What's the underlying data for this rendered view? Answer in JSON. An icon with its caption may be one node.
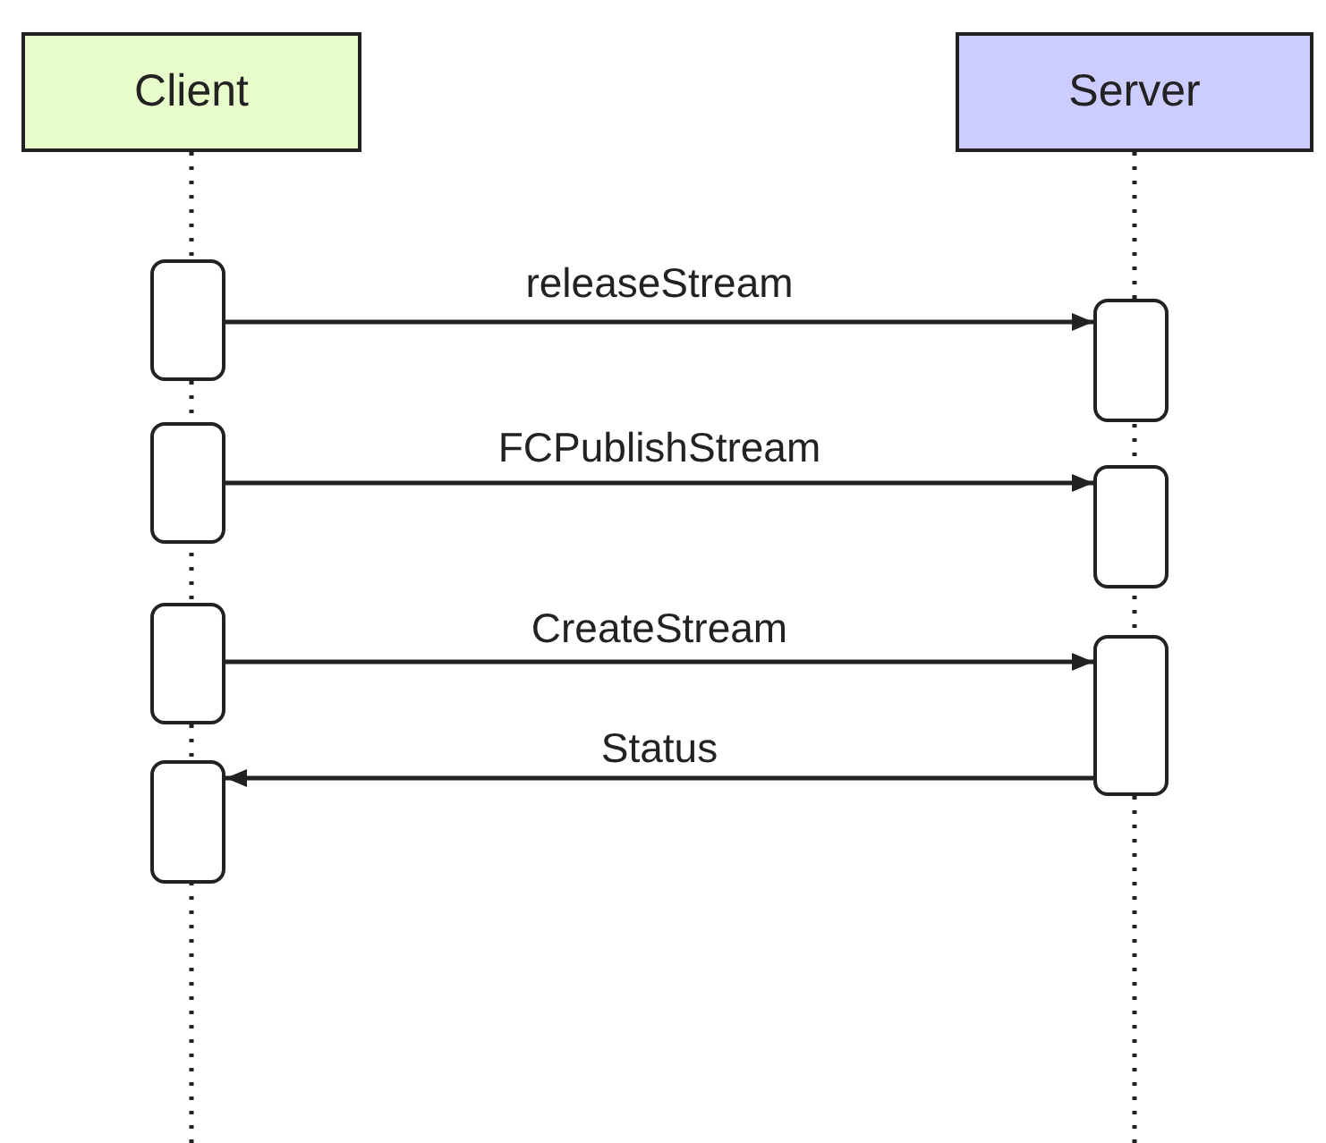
{
  "diagram": {
    "nodes": [
      {
        "text": [
          "Client"
        ]
      },
      {
        "text": [
          "Server"
        ]
      },
      {
        "text": [],
        "shape": "box"
      },
      {
        "text": [],
        "shape": "box"
      },
      {
        "text": [],
        "shape": "box"
      },
      {
        "text": [],
        "shape": "box"
      },
      {
        "text": [],
        "shape": "box"
      },
      {
        "text": [],
        "shape": "box"
      },
      {
        "text": [],
        "shape": "box"
      }
    ],
    "edges": [
      {
        "from": 2,
        "to": 3,
        "arrow": "to",
        "label": "releaseStream"
      },
      {
        "from": 4,
        "to": 5,
        "arrow": "to",
        "label": "FCPublishStream"
      },
      {
        "from": 6,
        "to": 7,
        "arrow": "to",
        "label": "CreateStream"
      },
      {
        "from": 7,
        "to": 8,
        "arrow": "to",
        "label": "Status"
      }
    ]
  }
}
